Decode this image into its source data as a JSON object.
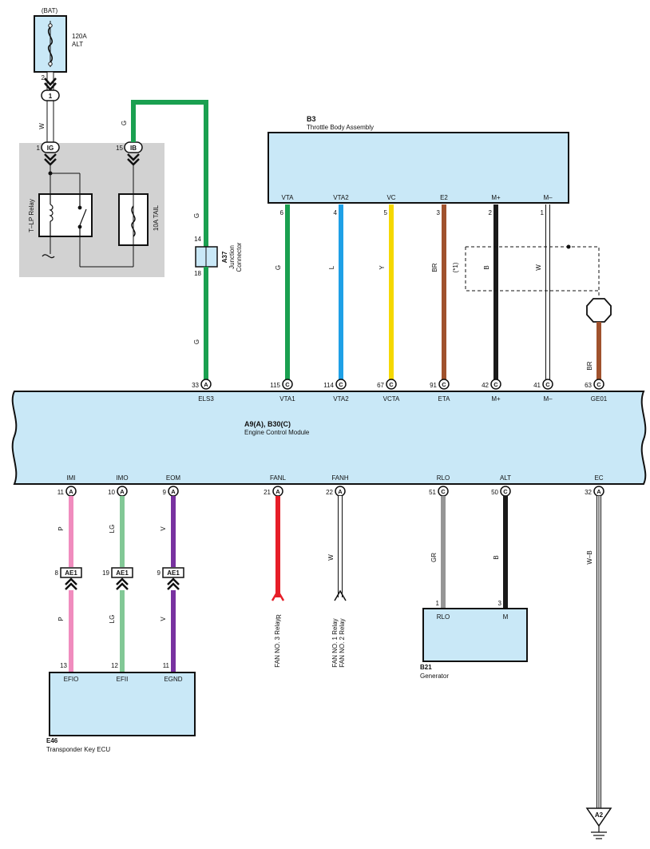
{
  "colors": {
    "module_fill": "#c9e8f7",
    "relay_box_fill": "#d2d2d2",
    "G": "#1aa050",
    "L": "#1ea0e6",
    "Y": "#f5d800",
    "BR": "#a0522d",
    "B": "#1a1a1a",
    "W": "#ffffff",
    "P": "#f08cbe",
    "LG": "#82c896",
    "V": "#7832a0",
    "R": "#e61e28",
    "GR": "#969696"
  },
  "power": {
    "bat_label": "(BAT)",
    "fuse_label_1": "120A",
    "fuse_label_2": "ALT",
    "fuse_pin": "2",
    "joint_label": "1",
    "wire_w": "W",
    "wire_g": "G"
  },
  "relay_box": {
    "pin_left_num": "1",
    "pin_left": "IG",
    "pin_right_num": "15",
    "pin_right": "IB",
    "relay_label": "T–LP Relay",
    "fuse_label": "10A TAIL"
  },
  "junction": {
    "id": "A37",
    "name_1": "Junction",
    "name_2": "Connector",
    "pin_top": "14",
    "pin_bottom": "18",
    "wire_upper": "G",
    "wire_lower": "G"
  },
  "throttle": {
    "id": "B3",
    "name": "Throttle Body Assembly",
    "shield_note": "(*1)",
    "terminals": [
      {
        "name": "VTA",
        "pin": "6",
        "wire": "G"
      },
      {
        "name": "VTA2",
        "pin": "4",
        "wire": "L"
      },
      {
        "name": "VC",
        "pin": "5",
        "wire": "Y"
      },
      {
        "name": "E2",
        "pin": "3",
        "wire": "BR"
      },
      {
        "name": "M+",
        "pin": "2",
        "wire": "B"
      },
      {
        "name": "M–",
        "pin": "1",
        "wire": "W"
      }
    ]
  },
  "ecm": {
    "id": "A9(A), B30(C)",
    "name": "Engine Control Module",
    "top_pins": [
      {
        "num": "33",
        "conn": "A",
        "name": "ELS3"
      },
      {
        "num": "115",
        "conn": "C",
        "name": "VTA1"
      },
      {
        "num": "114",
        "conn": "C",
        "name": "VTA2"
      },
      {
        "num": "67",
        "conn": "C",
        "name": "VCTA"
      },
      {
        "num": "91",
        "conn": "C",
        "name": "ETA"
      },
      {
        "num": "42",
        "conn": "C",
        "name": "M+"
      },
      {
        "num": "41",
        "conn": "C",
        "name": "M–"
      },
      {
        "num": "63",
        "conn": "C",
        "name": "GE01"
      }
    ],
    "ge01_wire": "BR",
    "bottom_pins": [
      {
        "num": "11",
        "conn": "A",
        "name": "IMI"
      },
      {
        "num": "10",
        "conn": "A",
        "name": "IMO"
      },
      {
        "num": "9",
        "conn": "A",
        "name": "EOM"
      },
      {
        "num": "21",
        "conn": "A",
        "name": "FANL"
      },
      {
        "num": "22",
        "conn": "A",
        "name": "FANH"
      },
      {
        "num": "51",
        "conn": "C",
        "name": "RLO"
      },
      {
        "num": "50",
        "conn": "C",
        "name": "ALT"
      },
      {
        "num": "32",
        "conn": "A",
        "name": "EC"
      }
    ]
  },
  "ae1": {
    "label": "AE1",
    "items": [
      {
        "pin": "8",
        "wire_up": "P",
        "wire_down": "P"
      },
      {
        "pin": "19",
        "wire_up": "LG",
        "wire_down": "LG"
      },
      {
        "pin": "9",
        "wire_up": "V",
        "wire_down": "V"
      }
    ]
  },
  "transponder": {
    "id": "E46",
    "name": "Transponder Key ECU",
    "terminals": [
      {
        "pin": "13",
        "name": "EFIO"
      },
      {
        "pin": "12",
        "name": "EFII"
      },
      {
        "pin": "11",
        "name": "EGND"
      }
    ]
  },
  "fan": {
    "fanl_wire": "R",
    "fanh_wire": "W",
    "fanl_dest": "FAN NO. 3 Relay",
    "fanh_dest_1": "FAN NO. 1 Relay",
    "fanh_dest_2": "FAN NO. 2 Relay"
  },
  "generator": {
    "id": "B21",
    "name": "Generator",
    "terminals": [
      {
        "pin": "1",
        "name": "RLO",
        "wire": "GR"
      },
      {
        "pin": "3",
        "name": "M",
        "wire": "B"
      }
    ]
  },
  "ground": {
    "wire": "W–B",
    "label": "A2"
  }
}
